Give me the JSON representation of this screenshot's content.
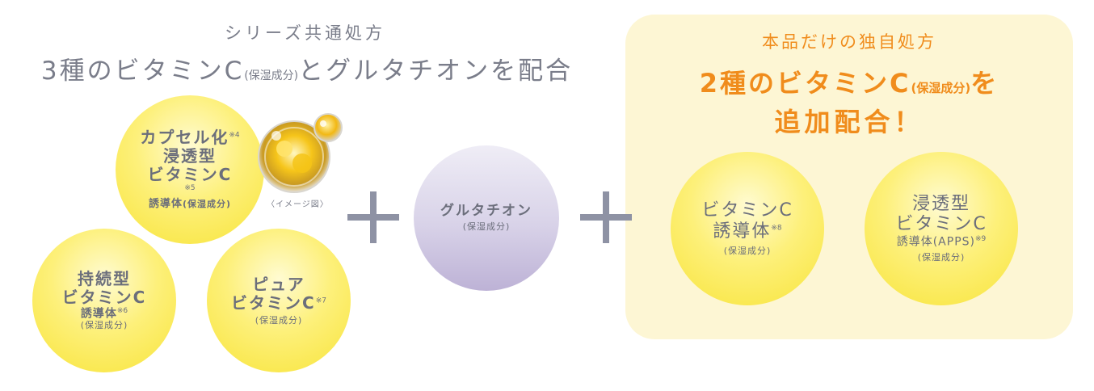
{
  "series": {
    "subtitle": "シリーズ共通処方",
    "main_pre": "3種のビタミンC",
    "main_paren": "(保湿成分)",
    "main_post": "とグルタチオンを配合"
  },
  "unique": {
    "subtitle": "本品だけの独自処方",
    "main_pre": "2種のビタミンC",
    "main_paren": "(保湿成分)",
    "main_post": "を",
    "main_line2": "追加配合！"
  },
  "circles": {
    "capsule": {
      "l1": "カプセル化",
      "l1_note": "※4",
      "l2": "浸透型",
      "l3": "ビタミンC",
      "l3_note": "※5",
      "l4": "誘導体",
      "l4_paren": "(保湿成分)"
    },
    "sustained": {
      "l1": "持続型",
      "l2": "ビタミンC",
      "l3": "誘導体",
      "l3_note": "※6",
      "l4": "(保湿成分)"
    },
    "pure": {
      "l1": "ピュア",
      "l2": "ビタミンC",
      "l2_note": "※7",
      "l3": "(保湿成分)"
    },
    "glutathione": {
      "l1": "グルタチオン",
      "l2": "(保湿成分)"
    },
    "derivative": {
      "l1": "ビタミンC",
      "l2": "誘導体",
      "l2_note": "※8",
      "l3": "(保湿成分)"
    },
    "apps": {
      "l1": "浸透型",
      "l2": "ビタミンC",
      "l3": "誘導体(APPS)",
      "l3_note": "※9",
      "l4": "(保湿成分)"
    }
  },
  "image_note": "〈イメージ図〉",
  "colors": {
    "accent_orange": "#f08c1c",
    "panel_bg": "#fdf6d4",
    "text_gray": "#7a7d8a",
    "circle_yellow": "#f8e43a",
    "circle_purple": "#bdb2d6"
  }
}
